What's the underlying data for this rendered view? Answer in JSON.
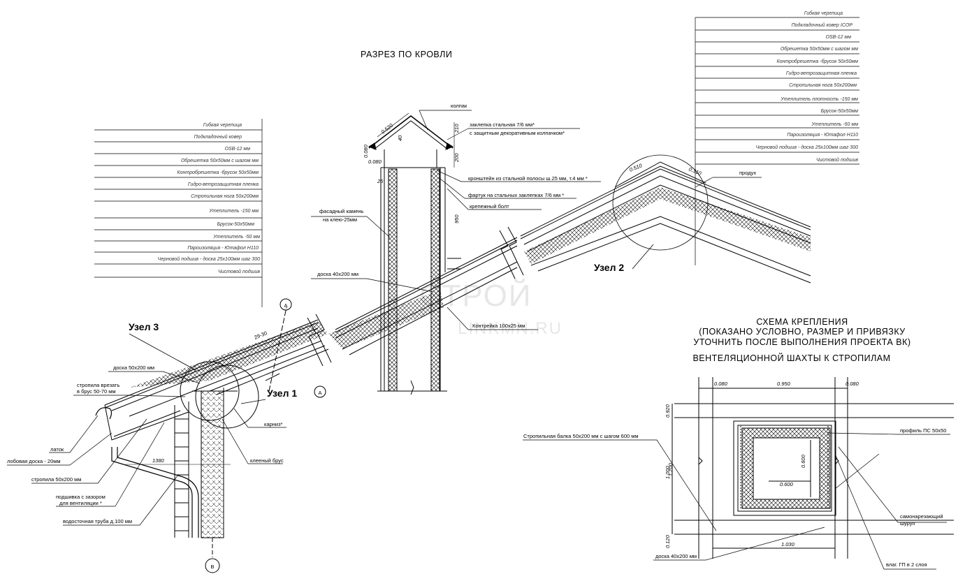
{
  "drawing": {
    "title": "РАЗРЕЗ ПО КРОВЛИ",
    "schema_lines": [
      "СХЕМА КРЕПЛЕНИЯ",
      "(ПОКАЗАНО УСЛОВНО, РАЗМЕР И ПРИВЯЗКУ",
      "УТОЧНИТЬ ПОСЛЕ ВЫПОЛНЕНИЯ ПРОЕКТА ВК)",
      "ВЕНТЕЛЯЦИОННОЙ ШАХТЫ  К  СТРОПИЛАМ"
    ],
    "watermark": "СТРОЙ",
    "watermark_sub": "LINKMN.RU"
  },
  "layers_left": [
    "Гибкая черепица",
    "Подкладочный ковер",
    "OSB-12 мм",
    "Обрешетка 50х50мм с шагом    мм",
    "Контробрешетка -брусок 50х50мм",
    "Гидро-ветрозащитная пленка",
    "Стропильная нога 50х200мм",
    "Утеплитель -150 мм",
    "Брусок-50х50мм",
    "Утеплитель -50 мм",
    "Пароизоляция - Ютафол Н110",
    "Черновой подшив - доска 25х100мм  шаг 300",
    "Чистовой подшив"
  ],
  "layers_right": [
    "Гибкая черепица",
    "Подкладочный ковер ICOP",
    "OSB-12 мм",
    "Обрешетка 50х50мм с шагом    мм",
    "Контробрешетка -брусок 50х50мм",
    "Гидро-ветрозащитная пленка",
    "Стропильная нога 50х200мм",
    "Утеплитель  плотность -150 мм",
    "Брусок-50х50мм",
    "Утеплитель -50 мм",
    "Пароизоляция - Ютафол Н110",
    "Черновой подшив - доска 25х100мм  шаг 300",
    "Чистовой подшив"
  ],
  "nodes": {
    "node1": "Узел 1",
    "node2": "Узел 2",
    "node3": "Узел 3",
    "axis_a": "А",
    "axis_v": "В"
  },
  "callouts": {
    "kolpak": "колпак",
    "zaklepka1": "заклепка стальная 7/6 мм*",
    "zaklepka2": "с защитным декоративным колпачком*",
    "kronshtein": "кронштейн из стальной полосы ш.25 мм, т.4 мм *",
    "fartuk": "фартук на стальных заклепках 7/6 мм *",
    "bolt": "крепежный болт",
    "fasad1": "фасадный камень",
    "fasad2": "на клею-25мм",
    "doska40": "доска 40х200 мм",
    "kontrreika": "Контрейка 100х25 мм",
    "produh": "продух",
    "doska50": "доска 50х200 мм",
    "stropila1": "стропила врезать",
    "stropila2": "в брус 50-70 мм",
    "karniz": "карниз*",
    "kleeny": "клееный брус",
    "latok": "латок",
    "lobovaya": "лобовая доска - 20мм",
    "stropila50": "стропила  50х200 мм",
    "podshivka1": "подшивка с зазором",
    "podshivka2": "для вентиляции *",
    "vodostok": "водосточная труба д.100 мм",
    "slope": "29-30",
    "stropbalka": "Стропильная балка 50х200 мм с шагом 600 мм",
    "profil": "профиль ПС 50х50",
    "samonarez1": "самонарезающий",
    "samonarez2": "шуруп",
    "doska40b": "доска 40х200 мм",
    "vlag": "влаг. ГП в 2 слоя"
  },
  "dims": {
    "d520": "0.520",
    "d210": "210",
    "d40": "40",
    "d200": "200",
    "d080a": "0.080",
    "d080b": "0.080",
    "d25": "25",
    "d950v": "950",
    "d510": "0.510",
    "d310": "0.310",
    "d1380": "1380",
    "p080l": "0.080",
    "p950": "0.950",
    "p080r": "0.080",
    "p920": "0.920",
    "p1200": "1.200",
    "p1000": "1.000",
    "p600v": "0.600",
    "p600h": "0.600",
    "p120": "0.120",
    "p1030": "1.030"
  }
}
